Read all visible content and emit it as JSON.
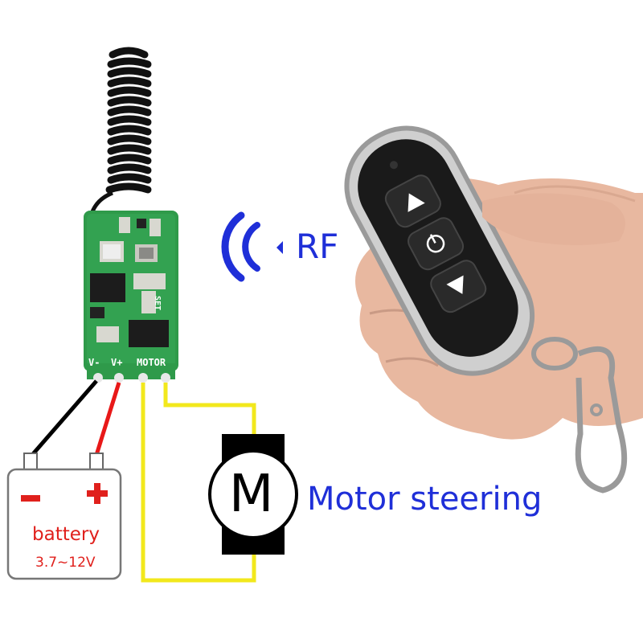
{
  "labels": {
    "rf": "RF",
    "motor_steering": "Motor steering",
    "motor_symbol": "M",
    "battery_name": "battery",
    "battery_voltage": "3.7~12V",
    "pin_vminus": "V-",
    "pin_vplus": "V+",
    "pin_motor": "MOTOR",
    "board_set": "SET"
  },
  "colors": {
    "accent_blue": "#1f2fd8",
    "battery_red": "#e0201c",
    "wire_yellow": "#f2e81c",
    "wire_red": "#e81818",
    "wire_black": "#000000",
    "pcb_green": "#2f9a4a"
  },
  "icons": [
    "rf-signal-icon",
    "remote-up-button-icon",
    "remote-power-button-icon",
    "remote-down-button-icon",
    "battery-plus-icon",
    "battery-minus-icon"
  ]
}
